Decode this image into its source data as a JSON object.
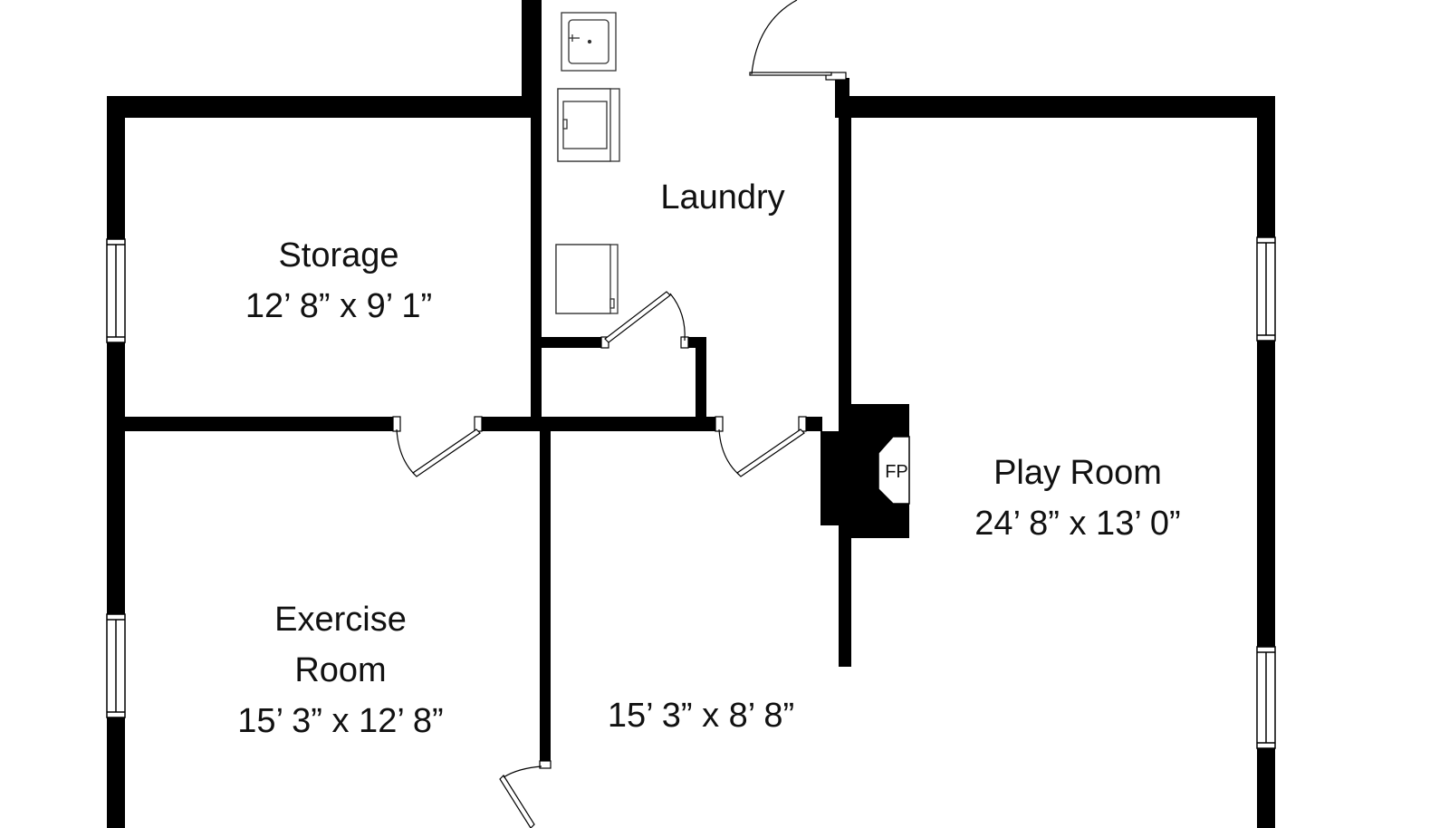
{
  "floorplan": {
    "colors": {
      "wall": "#000000",
      "fixture_line": "#333333",
      "background": "#ffffff",
      "text": "#111111"
    },
    "rooms": {
      "storage": {
        "name": "Storage",
        "dims": "12’ 8” x 9’ 1”"
      },
      "laundry": {
        "name": "Laundry"
      },
      "play_room": {
        "name": "Play Room",
        "dims": "24’ 8” x 13’ 0”"
      },
      "exercise_room": {
        "name_line1": "Exercise",
        "name_line2": "Room",
        "dims": "15’ 3” x 12’ 8”"
      },
      "hall": {
        "dims": "15’ 3” x 8’ 8”"
      }
    },
    "fireplace": {
      "label": "FP"
    }
  }
}
